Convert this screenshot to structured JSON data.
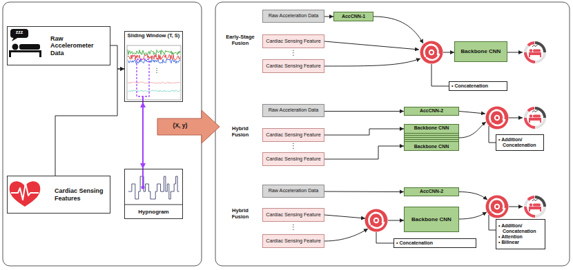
{
  "diagram": {
    "nodes": [
      {
        "text": [
          "Raw Accelerometer Data"
        ]
      },
      {
        "text": [
          "Sliding Window (T, S)"
        ]
      },
      {
        "text": [
          "Hypnogram"
        ]
      },
      {
        "text": [
          "Cardiac Sensing Features"
        ]
      },
      {
        "text": [
          "Raw Acceleration Data"
        ]
      },
      {
        "text": [
          "AccCNN-1"
        ]
      },
      {
        "text": [
          "Cardiac Sensing Feature"
        ]
      },
      {
        "text": [
          "Cardiac Sensing Feature"
        ]
      },
      {
        "text": [
          "Backbone CNN"
        ]
      },
      {
        "text": [
          "• Concatenation"
        ]
      },
      {
        "text": [
          "Raw Acceleration Data"
        ]
      },
      {
        "text": [
          "AccCNN-2"
        ]
      },
      {
        "text": [
          "Cardiac Sensing Feature"
        ]
      },
      {
        "text": [
          "Cardiac Sensing Feature"
        ]
      },
      {
        "text": [
          "Backbone CNN",
          "Backbone CNN"
        ]
      },
      {
        "text": [
          "• Addition/ Concatenation"
        ]
      },
      {
        "text": [
          "Raw Acceleration Data"
        ]
      },
      {
        "text": [
          "AccCNN-2"
        ]
      },
      {
        "text": [
          "Cardiac Sensing Feature"
        ]
      },
      {
        "text": [
          "Cardiac Sensing Feature"
        ]
      },
      {
        "text": [
          "Backbone CNN"
        ]
      },
      {
        "text": [
          "• Concatenation"
        ]
      },
      {
        "text": [
          "• Addition/ Concatenation",
          "• Attention",
          "• Bilinear"
        ]
      }
    ],
    "edges": [
      {
        "from": 0,
        "to": 1,
        "arrow": "to"
      },
      {
        "from": 3,
        "to": 1,
        "arrow": "to"
      },
      {
        "from": 1,
        "to": 2,
        "arrow": "both"
      },
      {
        "from": 4,
        "to": 5,
        "arrow": "to"
      },
      {
        "from": 10,
        "to": 11,
        "arrow": "to"
      },
      {
        "from": 12,
        "to": 14,
        "arrow": "to"
      },
      {
        "from": 13,
        "to": 14,
        "arrow": "to"
      },
      {
        "from": 16,
        "to": 17,
        "arrow": "to"
      }
    ],
    "labels": [
      "zzz",
      "⋮",
      "(X, y)",
      "Early-Stage Fusion",
      "⋮",
      "Hybrid Fusion",
      "⋮",
      "Hybrid Fusion",
      "⋮"
    ]
  }
}
